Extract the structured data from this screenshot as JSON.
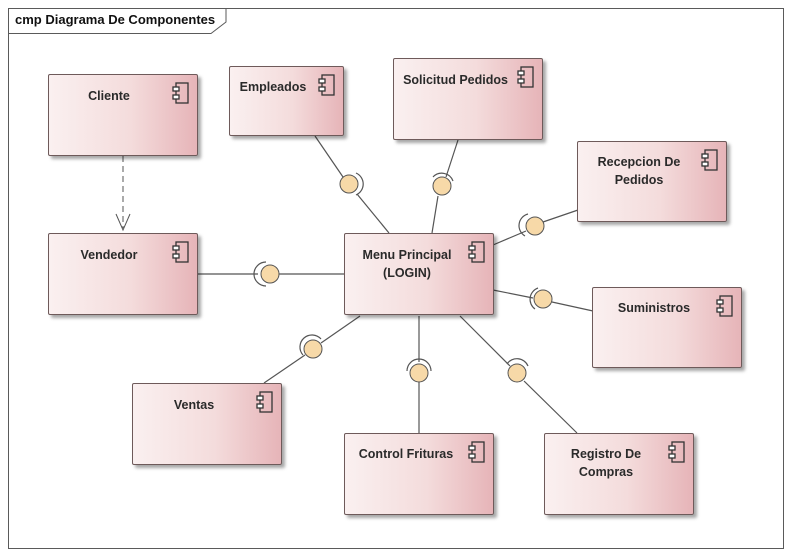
{
  "diagram": {
    "title": "cmp Diagrama De Componentes"
  },
  "components": {
    "cliente": "Cliente",
    "vendedor": "Vendedor",
    "empleados": "Empleados",
    "solicitud_pedidos": "Solicitud Pedidos",
    "recepcion_pedidos": "Recepcion De\nPedidos",
    "menu_principal": "Menu Principal\n(LOGIN)",
    "suministros": "Suministros",
    "ventas": "Ventas",
    "control_frituras": "Control Frituras",
    "registro_compras": "Registro De\nCompras"
  },
  "colors": {
    "frame_border": "#5a5a5a",
    "component_light": "#faf0f0",
    "component_dark": "#e6b4b8",
    "interface_fill": "#f7d9a8",
    "line": "#555555"
  }
}
